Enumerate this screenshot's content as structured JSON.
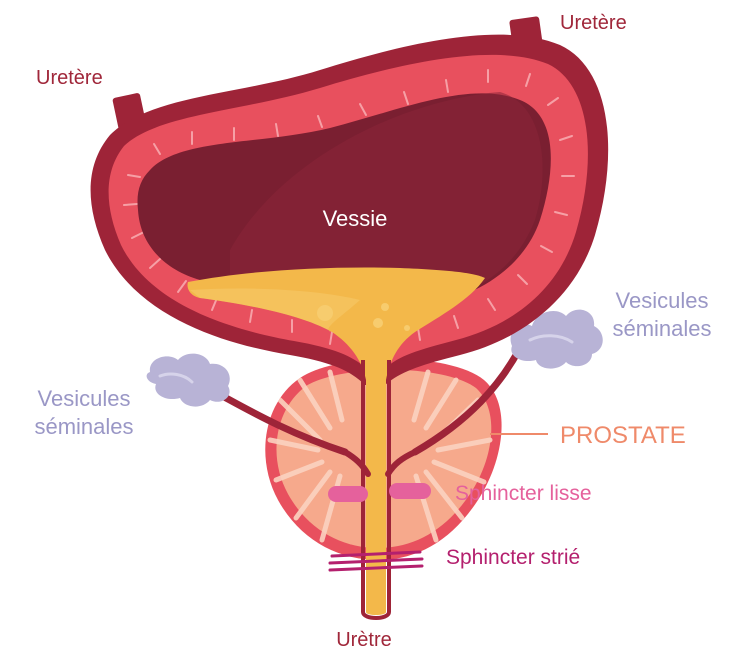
{
  "labels": {
    "ureter_left": "Uretère",
    "ureter_right": "Uretère",
    "bladder": "Vessie",
    "vesicles_left_line1": "Vesicules",
    "vesicles_left_line2": "séminales",
    "vesicles_right_line1": "Vesicules",
    "vesicles_right_line2": "séminales",
    "prostate": "PROSTATE",
    "sphincter_smooth": "Sphincter lisse",
    "sphincter_striated": "Sphincter strié",
    "urethra": "Urètre"
  },
  "colors": {
    "ureter_label": "#a0273a",
    "bladder_outer": "#9e2438",
    "bladder_wall": "#e8505e",
    "bladder_inner": "#7a1f31",
    "urine": "#f3b84a",
    "vesicles": "#b8b3d6",
    "vesicles_label": "#9a97c6",
    "prostate_label": "#ef8a6a",
    "prostate_body": "#f6a98c",
    "sphincter_smooth": "#e5619c",
    "sphincter_striated": "#b4206e",
    "urethra_label": "#a0273a"
  }
}
